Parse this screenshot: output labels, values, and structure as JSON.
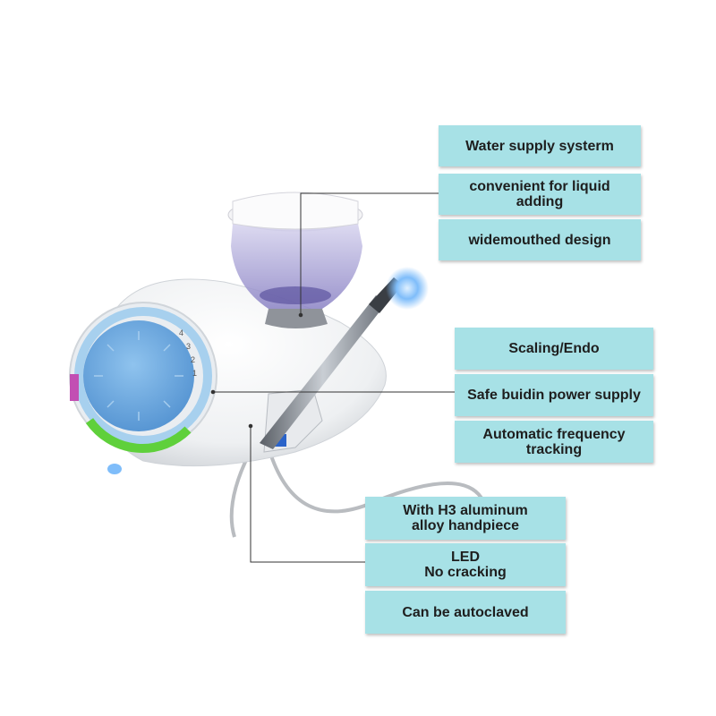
{
  "callouts": {
    "water_supply": "Water supply systerm",
    "liquid_adding": "convenient for liquid\nadding",
    "widemouthed": "widemouthed design",
    "scaling_endo": "Scaling/Endo",
    "power_supply": "Safe buidin power supply",
    "frequency_tracking": "Automatic frequency\ntracking",
    "handpiece": "With H3 aluminum\nalloy handpiece",
    "led": "LED\nNo cracking",
    "autoclaved": "Can be autoclaved"
  },
  "dial": {
    "numbers": [
      "4",
      "3",
      "2",
      "1"
    ]
  },
  "colors": {
    "callout_fill": "#a7e1e6",
    "dial_blue": "#6ca9dd",
    "ring_green": "#5fd03b",
    "led_blue": "#7fbdfa"
  }
}
